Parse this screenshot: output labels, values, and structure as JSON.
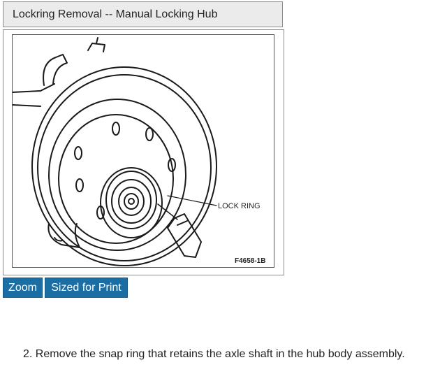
{
  "header": {
    "title": "Lockring Removal -- Manual Locking Hub"
  },
  "figure": {
    "callout_label": "LOCK RING",
    "figure_id": "F4658-1B"
  },
  "buttons": {
    "zoom_label": "Zoom",
    "print_label": "Sized for Print"
  },
  "instructions": {
    "step_text": "2. Remove the snap ring that retains the axle shaft in the hub body assembly."
  },
  "colors": {
    "button_bg": "#1a6ea3",
    "title_bg": "#ebebeb",
    "border": "#8c8c8c"
  }
}
